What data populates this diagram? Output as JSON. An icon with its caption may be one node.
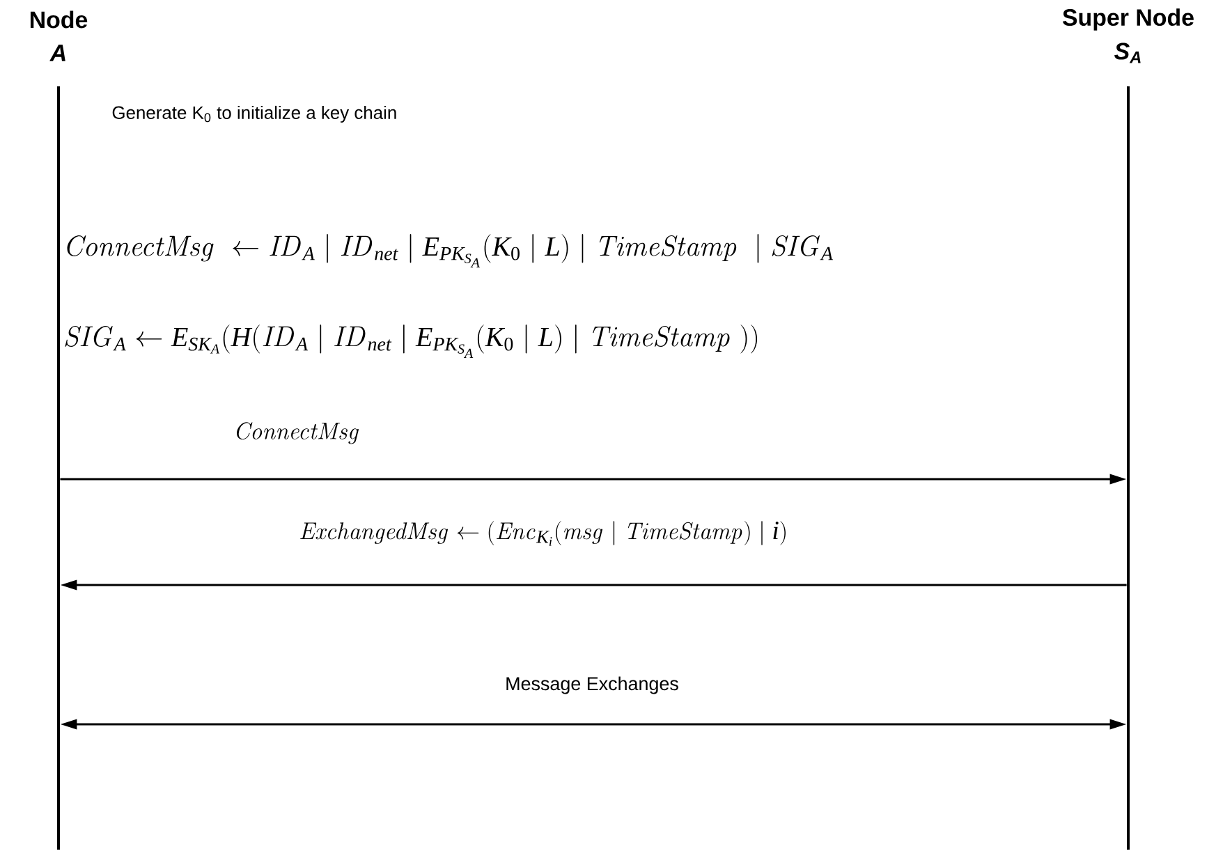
{
  "diagram": {
    "nodes": [
      {
        "text": [
          "Node",
          "A"
        ]
      },
      {
        "text": [
          "Super Node",
          "S$_{A}$"
        ]
      }
    ],
    "edges": [
      {
        "from": 0,
        "to": 1,
        "arrow": "to",
        "label": "\\mathit{ConnectMsg}"
      },
      {
        "from": 1,
        "to": 0,
        "arrow": "to",
        "label": "\\mathit{ExchangedMsg} \\leftarrow (\\mathit{Enc}_{K_i}(\\mathit{msg} \\mid \\mathit{TimeStamp}) \\mid i)"
      },
      {
        "from": 0,
        "to": 1,
        "arrow": "both",
        "label": "Message Exchanges"
      }
    ],
    "labels": [
      "Generate K$_{0}$ to initialize a key chain",
      "\\mathit{ConnectMsg} \\;\\leftarrow \\mathit{ID}_A \\mid \\mathit{ID}_{net} \\mid E_{PK_{S_A}}(K_0 \\mid L) \\mid \\mathit{TimeStamp} \\;\\mid \\mathit{SIG}_A",
      "\\mathit{SIG}_A \\leftarrow E_{SK_A}(H(\\mathit{ID}_A \\mid \\mathit{ID}_{net} \\mid E_{PK_{S_A}}(K_0 \\mid L) \\mid \\mathit{TimeStamp}\\;))"
    ]
  }
}
